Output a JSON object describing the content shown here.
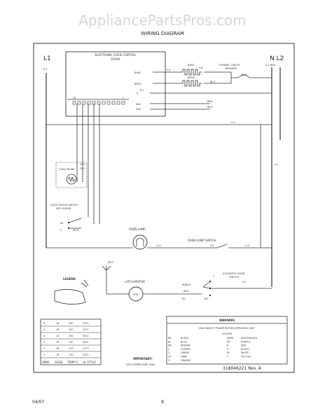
{
  "watermark": "AppliancePartsPros.com",
  "header": {
    "title": "WIRING DIAGRAM"
  },
  "lines": {
    "l1": "L1",
    "l1_wire": "R-1",
    "n_l2": "N L2",
    "n_l2_wires": "V-2  BK-6"
  },
  "control": {
    "title": "ELECTRONIC OVEN CONTROL",
    "model": "ES300",
    "pin_19": "19",
    "pin_1": "1",
    "terminals": [
      "BAKE",
      "BROIL",
      "L1",
      "DLB",
      "DLB"
    ]
  },
  "components": {
    "bake": "BAKE",
    "broil": "BROIL",
    "thermal_breaker": "THERMAL CIRCUIT\nBREAKER",
    "oven_probe": "OVEN PROBE",
    "latch_switch": "LATCH MOTOR SWITCH\nSEE LEGEND",
    "oven_lamp": "OVEN LAMP",
    "oven_lamp_switch": "OVEN LAMP SWITCH",
    "latch_motor": "LATCH MOTOR",
    "motor_label": "MTR",
    "door_switch": "AUTOMATIC DOOR\nSWITCH",
    "legend": "LEGEND"
  },
  "wire_labels": [
    "V-6",
    "Y-6",
    "BL-5",
    "BK-5",
    "R-1",
    "BK-6",
    "BK-6",
    "V-3",
    "V-3",
    "GY-5",
    "GY-5",
    "BR-6",
    "V-5",
    "V-5",
    "V-3",
    "BK-5",
    "W/BK-5",
    "BK-5",
    "V-5",
    "C",
    "NO",
    "NC",
    "C",
    "NO"
  ],
  "wire_table": {
    "headers": [
      "WIRE",
      "GAGE",
      "TEMP°C",
      "UL STYLE"
    ],
    "rows": [
      [
        "6",
        "16",
        "200",
        "3122"
      ],
      [
        "5",
        "18",
        "200",
        "3122"
      ],
      [
        "4",
        "14",
        "150",
        "3321"
      ],
      [
        "3",
        "18",
        "150",
        "3321"
      ],
      [
        "2",
        "18",
        "125",
        "3173"
      ],
      [
        "1",
        "18",
        "150",
        "3321"
      ]
    ]
  },
  "important": {
    "title": "IMPORTANT:",
    "text": "USE COPPER WIRE ONLY."
  },
  "warning": {
    "title": "WARNING",
    "text": "DISCONNECT POWER BEFORE SERVICING UNIT."
  },
  "colors_table": {
    "title": "COLORS",
    "rows": [
      [
        "BK",
        "BLACK",
        "W/BK",
        "WHITE/BLACK"
      ],
      [
        "BL",
        "BLUE",
        "PR",
        "PURPLE"
      ],
      [
        "BR",
        "BROWN",
        "R",
        "RED"
      ],
      [
        "C",
        "COPPER",
        "V",
        "VIOLET"
      ],
      [
        "G",
        "GREEN",
        "W",
        "WHITE"
      ],
      [
        "GY",
        "GRAY",
        "Y",
        "YELLOW"
      ],
      [
        "O",
        "ORANGE",
        "",
        ""
      ]
    ]
  },
  "part_number": "318046221  Rev. A",
  "footer": {
    "date": "04/07",
    "page": "8"
  }
}
